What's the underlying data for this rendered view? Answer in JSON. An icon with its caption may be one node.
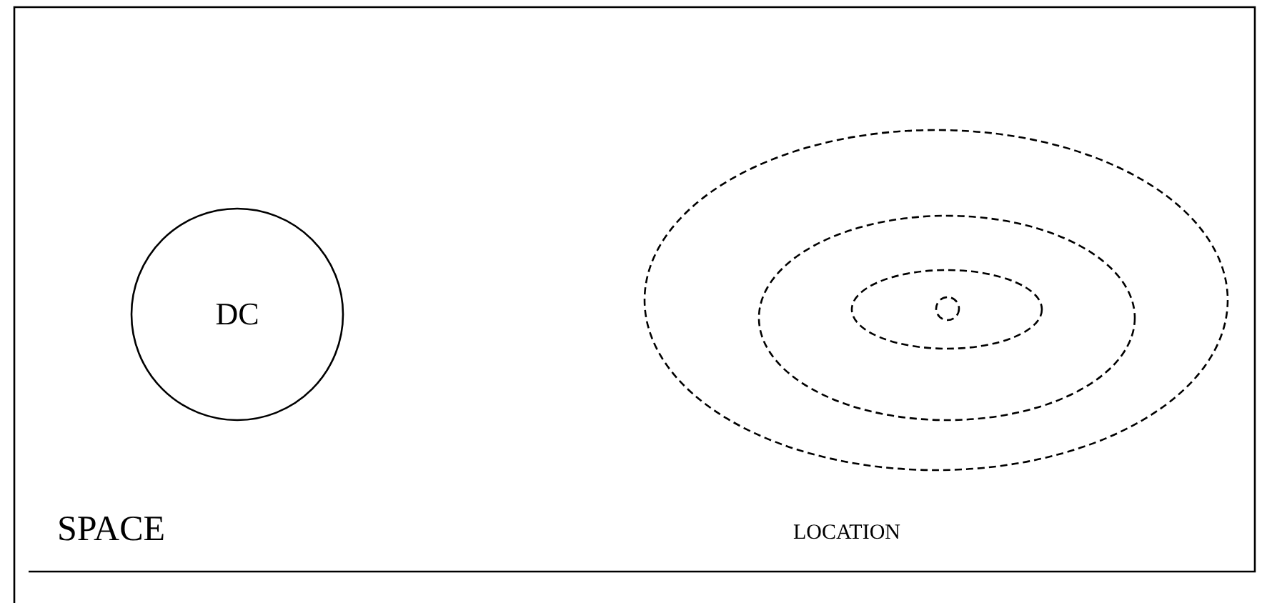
{
  "diagram": {
    "nodes": [
      {
        "text": [
          "SPACE"
        ]
      },
      {
        "text": [
          "DC"
        ],
        "in": 0
      },
      {
        "text": [],
        "shape": "ellipse",
        "in": 0,
        "beside": [
          "LOCATION"
        ]
      },
      {
        "text": [],
        "shape": "ellipse",
        "in": 2
      },
      {
        "text": [],
        "shape": "ellipse",
        "in": 3
      },
      {
        "text": [],
        "shape": "circle",
        "in": 4
      }
    ]
  }
}
